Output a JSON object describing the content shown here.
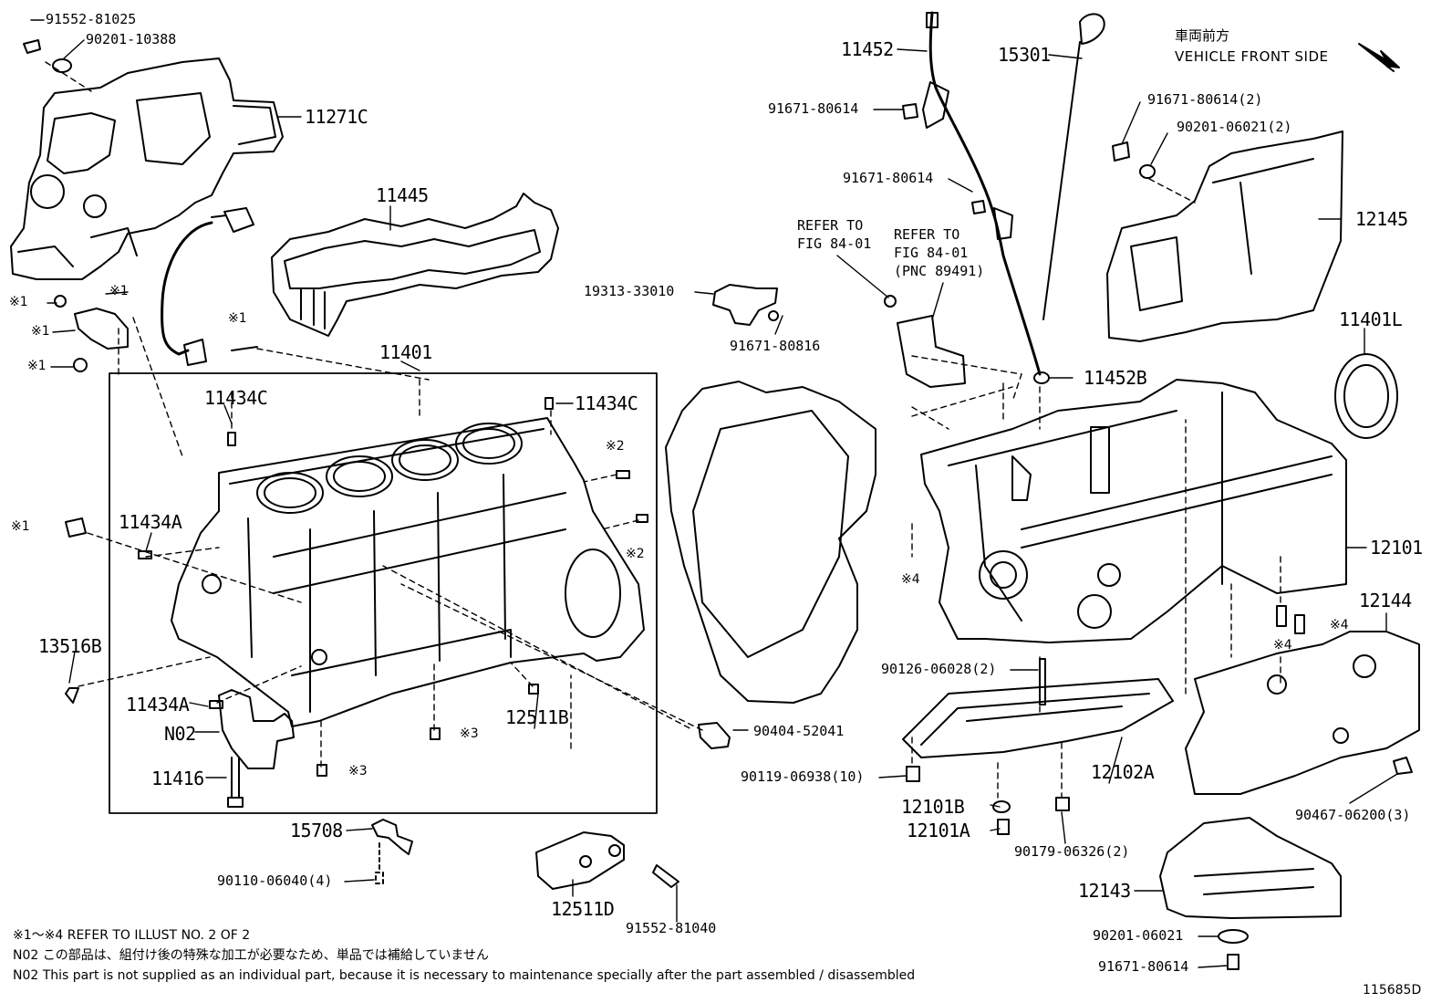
{
  "orientation": {
    "jp": "車両前方",
    "en": "VEHICLE FRONT SIDE"
  },
  "parts": {
    "p91552_81025": "91552-81025",
    "p90201_10388": "90201-10388",
    "p11271C": "11271C",
    "p11445": "11445",
    "p11401": "11401",
    "p11434C_left": "11434C",
    "p11434C_right": "11434C",
    "p11434A_top": "11434A",
    "p11434A_bottom": "11434A",
    "p13516B": "13516B",
    "pN02": "N02",
    "p11416": "11416",
    "p15708": "15708",
    "p90110_06040": "90110-06040(4)",
    "p12511D": "12511D",
    "p91552_81040": "91552-81040",
    "p12511B": "12511B",
    "p90404_52041": "90404-52041",
    "p11452": "11452",
    "p15301": "15301",
    "p91671_80614_a": "91671-80614",
    "p91671_80614_b": "91671-80614",
    "p19313_33010": "19313-33010",
    "p91671_80816": "91671-80816",
    "p11452B": "11452B",
    "p91671_80614_2": "91671-80614(2)",
    "p90201_06021_2": "90201-06021(2)",
    "p12145": "12145",
    "p11401L": "11401L",
    "p12101": "12101",
    "p12144": "12144",
    "p90126_06028": "90126-06028(2)",
    "p90119_06938": "90119-06938(10)",
    "p12102A": "12102A",
    "p12101B": "12101B",
    "p12101A": "12101A",
    "p90179_06326": "90179-06326(2)",
    "p90467_06200": "90467-06200(3)",
    "p12143": "12143",
    "p90201_06021": "90201-06021",
    "p91671_80614_c": "91671-80614"
  },
  "refs": {
    "refer1_line1": "REFER TO",
    "refer1_line2": "FIG 84-01",
    "refer2_line1": "REFER TO",
    "refer2_line2": "FIG 84-01",
    "refer2_line3": "(PNC 89491)"
  },
  "marks": {
    "m1": "※1",
    "m2": "※2",
    "m3": "※3",
    "m4": "※4"
  },
  "notes": {
    "line1": "※1～※4  REFER TO ILLUST NO. 2 OF 2",
    "line2": "N02  この部品は、組付け後の特殊な加工が必要なため、単品では補給していません",
    "line3": "N02  This part is not supplied as an individual part, because it is necessary to maintenance specially after the part assembled / disassembled"
  },
  "illustration_id": "115685D"
}
